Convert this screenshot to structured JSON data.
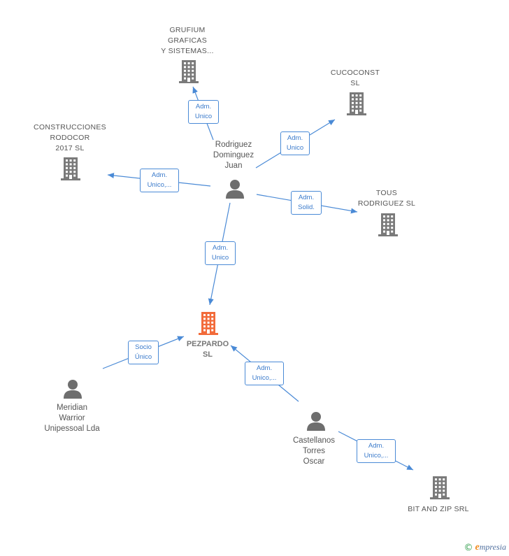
{
  "colors": {
    "edge": "#4a8ad6",
    "edge_label_text": "#3a7acb",
    "company_icon": "#7a7a7a",
    "focus_icon": "#f26b3a",
    "person_icon": "#6e6e6e",
    "label_text": "#555555"
  },
  "nodes": [
    {
      "id": "grufium",
      "kind": "company",
      "icon": "building-icon",
      "label": "GRUFIUM\nGRAFICAS\nY SISTEMAS..."
    },
    {
      "id": "cucoconst",
      "kind": "company",
      "icon": "building-icon",
      "label": "CUCOCONST\nSL"
    },
    {
      "id": "construcciones",
      "kind": "company",
      "icon": "building-icon",
      "label": "CONSTRUCCIONES\nRODOCOR\n2017  SL"
    },
    {
      "id": "rodriguez",
      "kind": "person",
      "icon": "person-icon",
      "label": "Rodriguez\nDominguez\nJuan"
    },
    {
      "id": "tous",
      "kind": "company",
      "icon": "building-icon",
      "label": "TOUS\nRODRIGUEZ SL"
    },
    {
      "id": "pezpardo",
      "kind": "focus",
      "icon": "building-icon",
      "label": "PEZPARDO\nSL"
    },
    {
      "id": "meridian",
      "kind": "person",
      "icon": "person-icon",
      "label": "Meridian\nWarrior\nUnipessoal Lda"
    },
    {
      "id": "castellanos",
      "kind": "person",
      "icon": "person-icon",
      "label": "Castellanos\nTorres\nOscar"
    },
    {
      "id": "bitandzip",
      "kind": "company",
      "icon": "building-icon",
      "label": "BIT AND ZIP SRL"
    }
  ],
  "edges": [
    {
      "from": "rodriguez",
      "to": "grufium",
      "label": "Adm.\nUnico"
    },
    {
      "from": "rodriguez",
      "to": "cucoconst",
      "label": "Adm.\nUnico"
    },
    {
      "from": "rodriguez",
      "to": "construcciones",
      "label": "Adm.\nUnico,..."
    },
    {
      "from": "rodriguez",
      "to": "tous",
      "label": "Adm.\nSolid."
    },
    {
      "from": "rodriguez",
      "to": "pezpardo",
      "label": "Adm.\nUnico"
    },
    {
      "from": "meridian",
      "to": "pezpardo",
      "label": "Socio\nÚnico"
    },
    {
      "from": "castellanos",
      "to": "pezpardo",
      "label": "Adm.\nUnico,..."
    },
    {
      "from": "castellanos",
      "to": "bitandzip",
      "label": "Adm.\nUnico,..."
    }
  ],
  "brand": {
    "copyright_symbol": "©",
    "initial": "e",
    "name_rest": "mpresia"
  }
}
